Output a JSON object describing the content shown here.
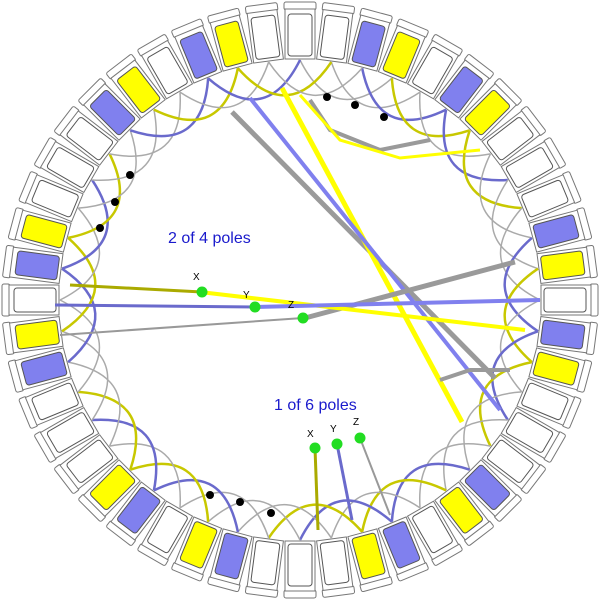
{
  "diagram": {
    "slot_count": 48,
    "slot_phase_pattern": [
      "white",
      "white",
      "blue",
      "yellow",
      "white",
      "blue",
      "yellow",
      "white"
    ],
    "colors": {
      "yellow": "#ffff00",
      "blue": "#8080ee",
      "white": "#ffffff",
      "gray": "#9a9a9a",
      "terminal": "#22dd22",
      "label": "#1a1acc"
    },
    "group_a": {
      "title": "2 of 4 poles",
      "terminals": [
        "X",
        "Y",
        "Z"
      ]
    },
    "group_b": {
      "title": "1 of 6 poles",
      "terminals": [
        "X",
        "Y",
        "Z"
      ]
    }
  }
}
